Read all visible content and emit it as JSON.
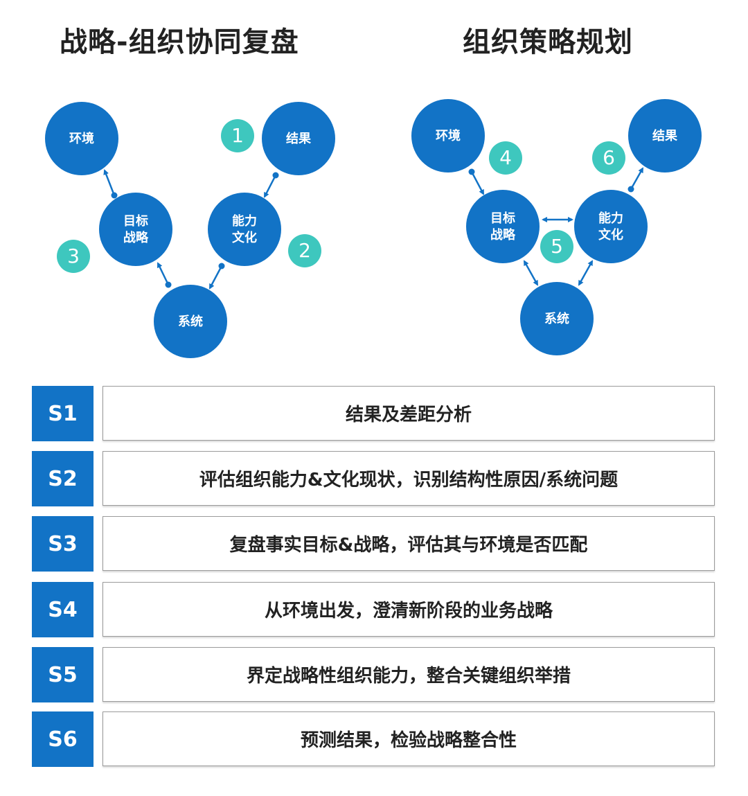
{
  "colors": {
    "node": "#1273c6",
    "badge": "#3ec7be",
    "arrow": "#1273c6"
  },
  "left": {
    "title": "战略-组织协同复盘",
    "nodes": {
      "env": "环境",
      "result": "结果",
      "goal1": "目标",
      "goal2": "战略",
      "cap1": "能力",
      "cap2": "文化",
      "system": "系统"
    },
    "badges": [
      "1",
      "2",
      "3"
    ]
  },
  "right": {
    "title": "组织策略规划",
    "nodes": {
      "env": "环境",
      "result": "结果",
      "goal1": "目标",
      "goal2": "战略",
      "cap1": "能力",
      "cap2": "文化",
      "system": "系统"
    },
    "badges": [
      "4",
      "5",
      "6"
    ]
  },
  "steps": [
    {
      "label": "S1",
      "text": "结果及差距分析"
    },
    {
      "label": "S2",
      "text": "评估组织能力&文化现状，识别结构性原因/系统问题"
    },
    {
      "label": "S3",
      "text": "复盘事实目标&战略，评估其与环境是否匹配"
    },
    {
      "label": "S4",
      "text": "从环境出发，澄清新阶段的业务战略"
    },
    {
      "label": "S5",
      "text": "界定战略性组织能力，整合关键组织举措"
    },
    {
      "label": "S6",
      "text": "预测结果，检验战略整合性"
    }
  ]
}
